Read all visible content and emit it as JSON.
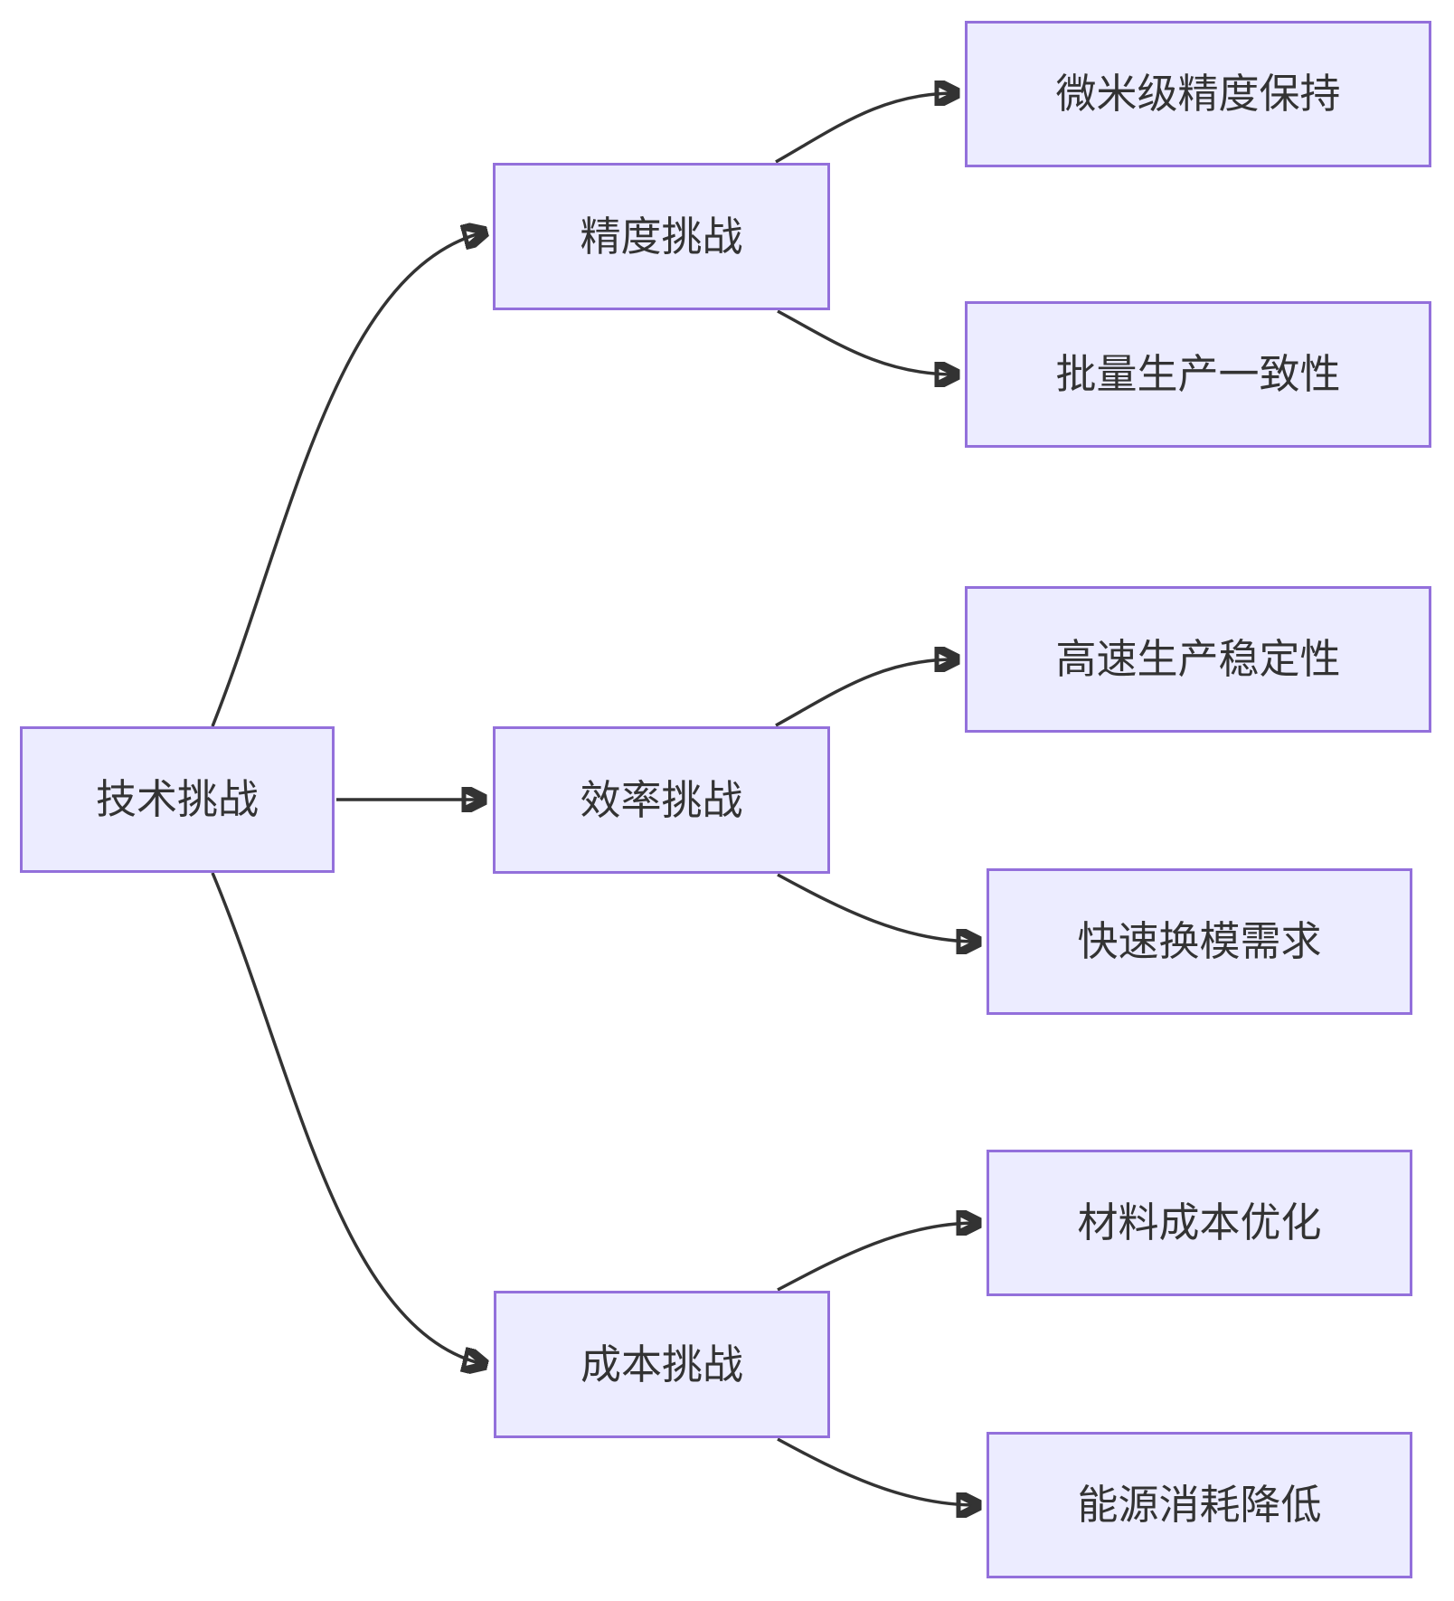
{
  "diagram": {
    "type": "flowchart-left-to-right",
    "colors": {
      "node_fill": "#ECECFF",
      "node_border": "#9370DB",
      "edge": "#333333",
      "text": "#333333",
      "background": "#FFFFFF"
    },
    "root": {
      "label": "技术挑战"
    },
    "branches": [
      {
        "label": "精度挑战",
        "children": [
          {
            "label": "微米级精度保持"
          },
          {
            "label": "批量生产一致性"
          }
        ]
      },
      {
        "label": "效率挑战",
        "children": [
          {
            "label": "高速生产稳定性"
          },
          {
            "label": "快速换模需求"
          }
        ]
      },
      {
        "label": "成本挑战",
        "children": [
          {
            "label": "材料成本优化"
          },
          {
            "label": "能源消耗降低"
          }
        ]
      }
    ]
  }
}
